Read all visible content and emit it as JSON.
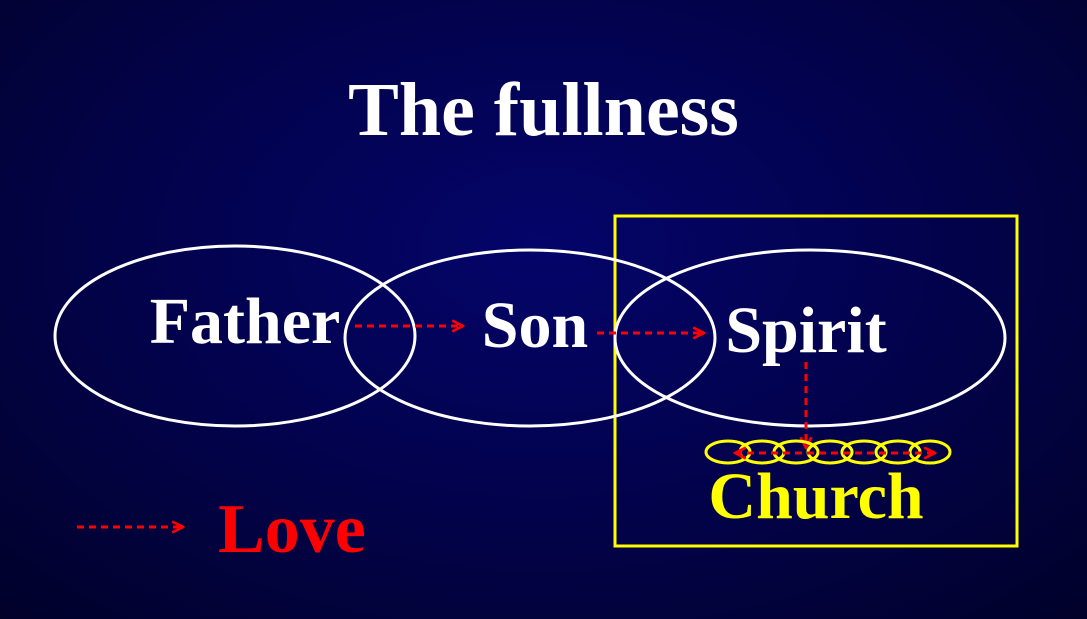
{
  "title": "The fullness",
  "nodes": {
    "father": "Father",
    "son": "Son",
    "spirit": "Spirit",
    "church": "Church"
  },
  "legend": {
    "label": "Love"
  },
  "colors": {
    "background": "#020248",
    "circle_stroke": "#ffffff",
    "love_arrow": "#ff0000",
    "church_highlight": "#ffff00",
    "text": "#ffffff"
  }
}
